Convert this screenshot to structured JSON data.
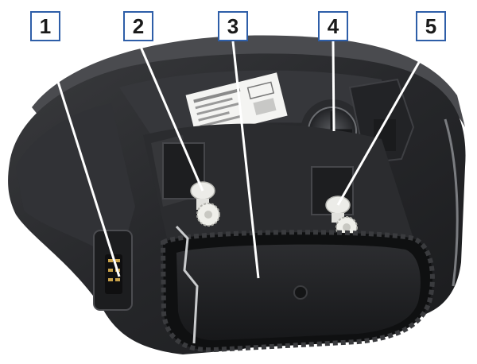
{
  "image": {
    "subject": "headlamp-rear-view",
    "colors": {
      "background": "#ffffff",
      "callout_border": "#2e5ea8",
      "callout_text": "#1a1a1a",
      "leader_line": "#ffffff",
      "housing": "#2a2b2d",
      "cover": "#1f2022",
      "adjuster": "#e8e8e4",
      "sticker": "#f4f4f2"
    }
  },
  "callouts": [
    {
      "label": "1"
    },
    {
      "label": "2"
    },
    {
      "label": "3"
    },
    {
      "label": "4"
    },
    {
      "label": "5"
    }
  ]
}
